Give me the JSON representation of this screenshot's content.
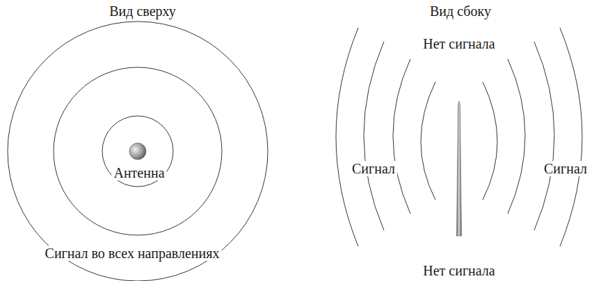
{
  "diagram": {
    "labels": [
      "Вид сверху",
      "Вид сбоку",
      "Нет сигнала",
      "Антенна",
      "Сигнал",
      "Сигнал",
      "Сигнал во всех направлениях",
      "Нет сигнала"
    ]
  }
}
